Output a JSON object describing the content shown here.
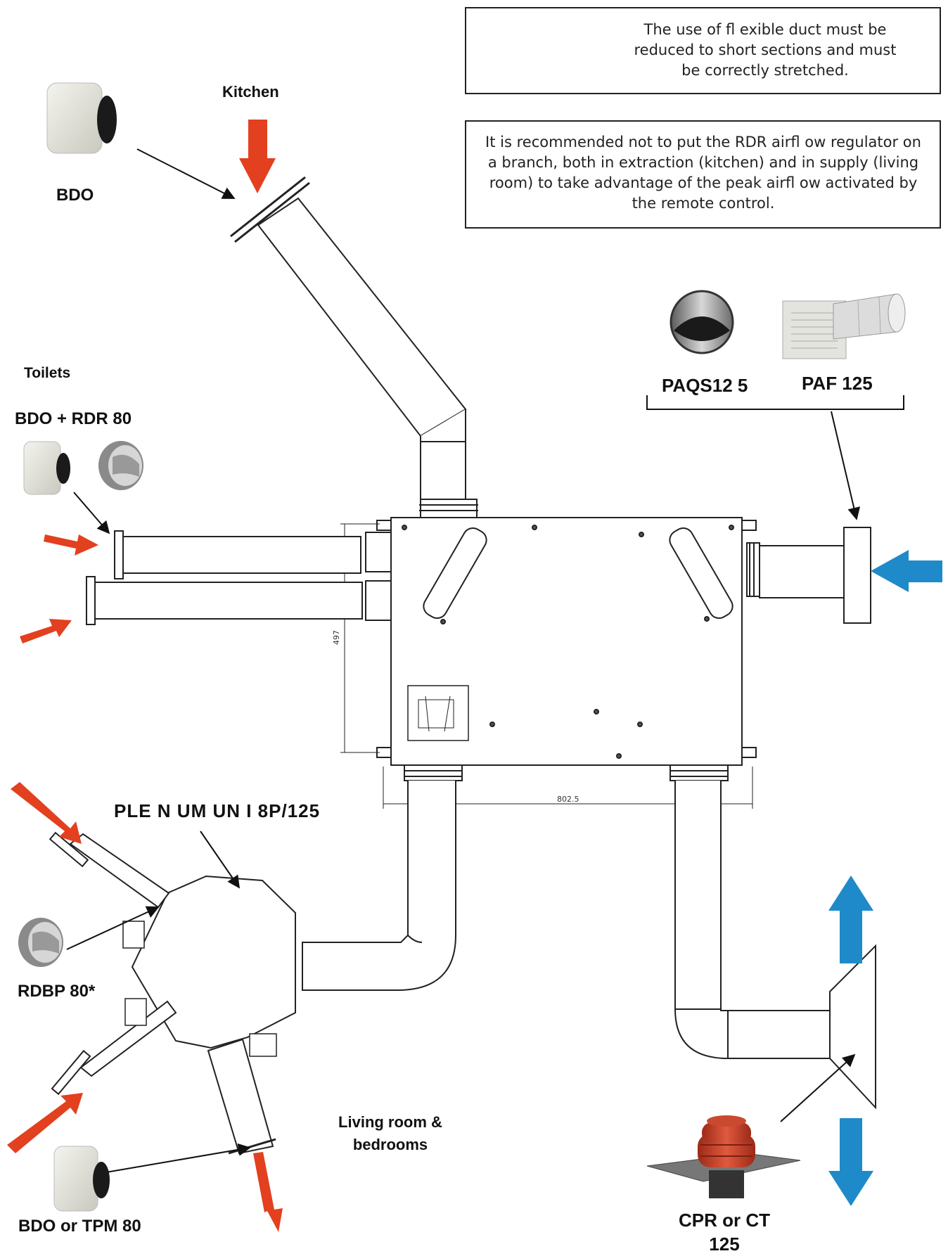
{
  "notes": {
    "flexible_duct": "The use of fl exible duct must be reduced to short sections and must be correctly stretched.",
    "rdr_regulator": "It is recommended not to put the RDR airfl ow regulator on a branch, both in extraction (kitchen) and in supply (living room) to take advantage of the peak airfl ow activated by the remote control."
  },
  "labels": {
    "kitchen": "Kitchen",
    "bdo_kitchen": "BDO",
    "toilets": "Toilets",
    "bdo_rdr": "BDO + RDR 80",
    "paqs": "PAQS12 5",
    "paf": "PAF 125",
    "plenum": "PLE N UM UN I 8P/125",
    "rdbp": "RDBP 80*",
    "living_rooms": "Living room & bedrooms",
    "bdo_tpm": "BDO or TPM 80",
    "cpr_ct": "CPR or CT 125",
    "dim_height": "497",
    "dim_width": "802.5"
  },
  "colors": {
    "extract_arrow": "#e2401f",
    "supply_arrow": "#1f8ac9",
    "warning_red": "#d9242b",
    "line": "#222222",
    "vent_red": "#c93a26"
  },
  "icons": [
    "warning-icon",
    "bdo-vent-icon",
    "rdr-regulator-icon",
    "paqs-hood-icon",
    "paf-grille-icon",
    "cpr-roof-cap-icon"
  ]
}
